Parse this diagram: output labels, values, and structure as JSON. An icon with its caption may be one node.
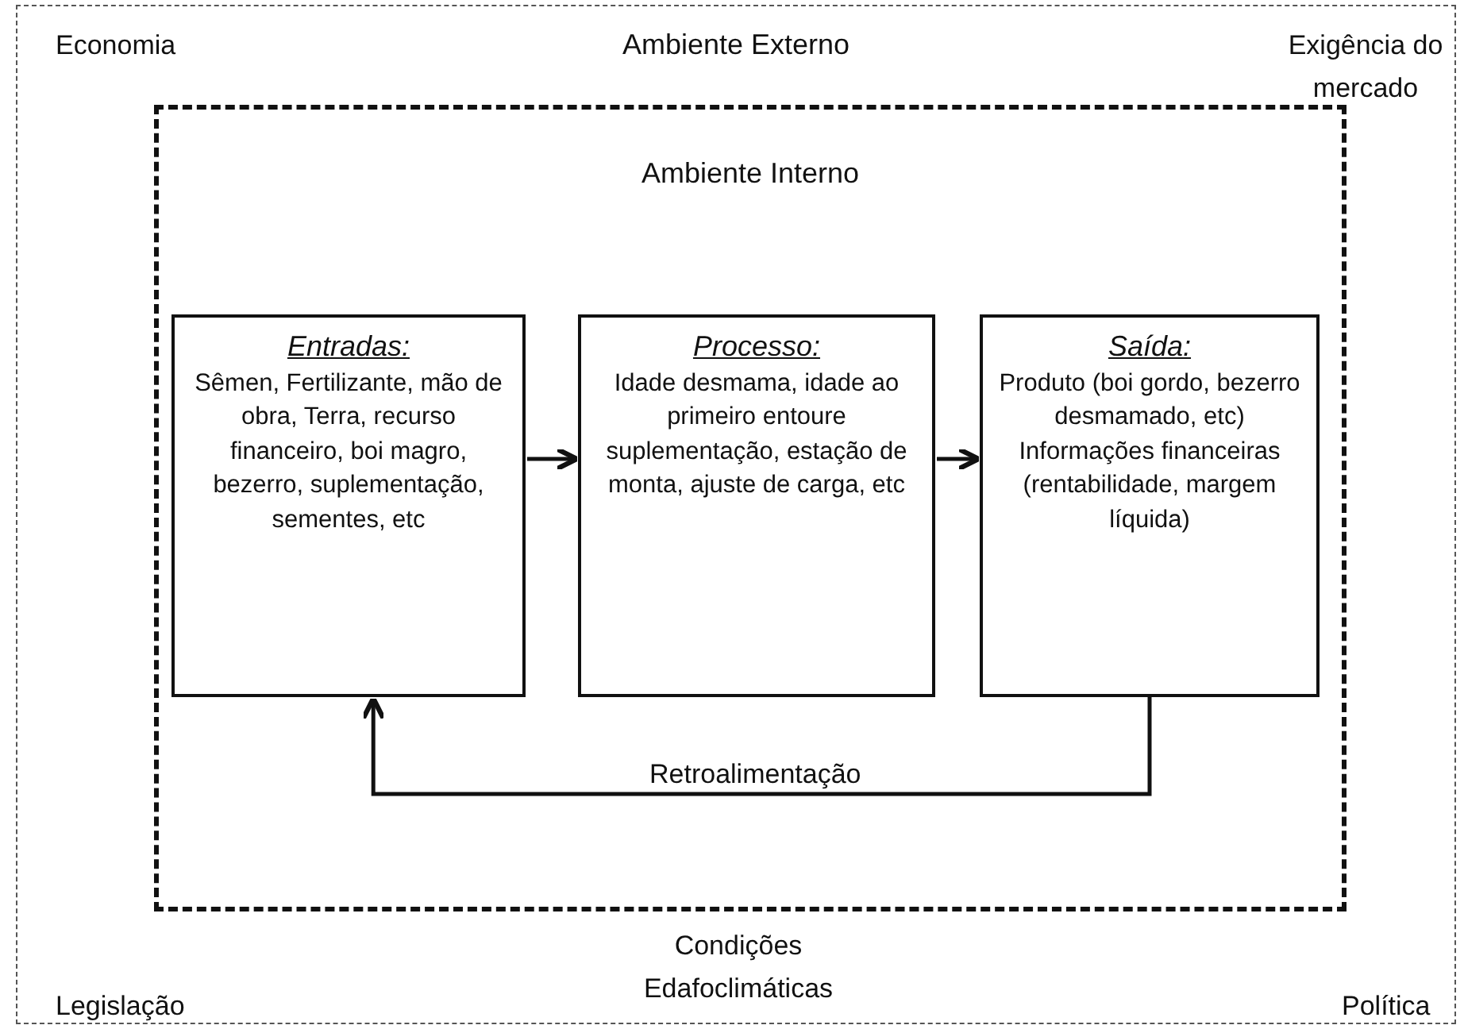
{
  "diagram": {
    "nodes": [
      {
        "text": [
          "Ambiente Externo"
        ]
      },
      {
        "text": [
          "Ambiente Interno"
        ],
        "in": 0
      },
      {
        "text": [
          "Entradas:",
          "Sêmen, Fertilizante, mão de obra, Terra, recurso financeiro, boi magro, bezerro, suplementação, sementes, etc"
        ],
        "in": 1
      },
      {
        "text": [
          "Processo:",
          "Idade desmama, idade ao primeiro entoure suplementação, estação de monta, ajuste de carga, etc"
        ],
        "in": 1
      },
      {
        "text": [
          "Saída:",
          "Produto (boi gordo, bezerro desmamado, etc) Informações financeiras (rentabilidade, margem líquida)"
        ],
        "in": 1
      }
    ],
    "edges": [
      {
        "from": 2,
        "to": 3,
        "arrow": "to"
      },
      {
        "from": 3,
        "to": 4,
        "arrow": "to"
      },
      {
        "from": 4,
        "to": 2,
        "arrow": "to",
        "label": "Retroalimentação"
      }
    ],
    "labels": [
      "Economia",
      "Exigência do mercado",
      "Condições Edafoclimáticas",
      "Legislação",
      "Política"
    ]
  }
}
